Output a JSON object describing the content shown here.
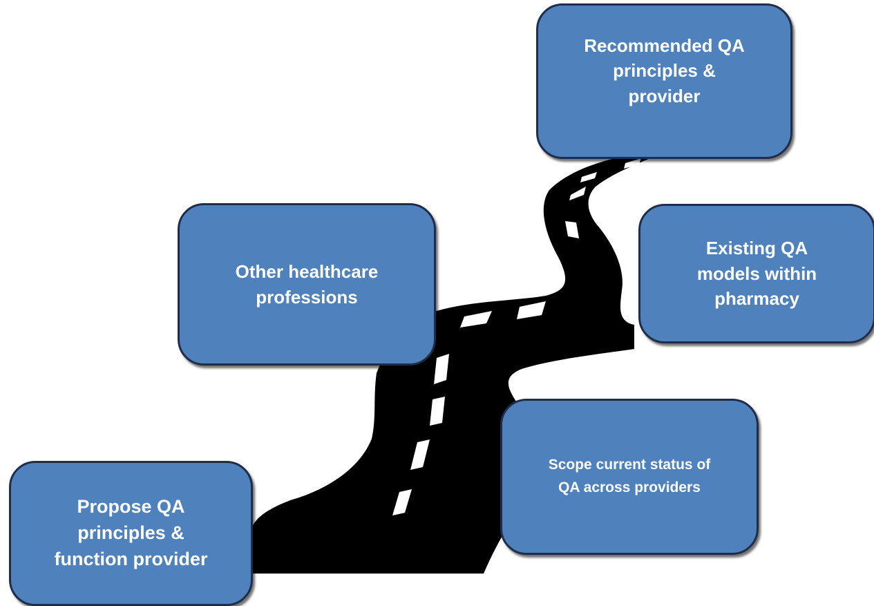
{
  "boxes": {
    "recommended": "Recommended QA\nprinciples &\nprovider",
    "other": "Other healthcare\nprofessions",
    "existing": "Existing QA\nmodels within\npharmacy",
    "scope": "Scope current status of\nQA across providers",
    "propose": "Propose QA\nprinciples &\nfunction provider"
  },
  "colors": {
    "box_fill": "#4f81bd",
    "box_border": "#1f2d4a",
    "box_text": "#ffffff",
    "road": "#000000",
    "road_marking": "#ffffff"
  },
  "icons": {
    "road": "winding-road-illustration"
  }
}
